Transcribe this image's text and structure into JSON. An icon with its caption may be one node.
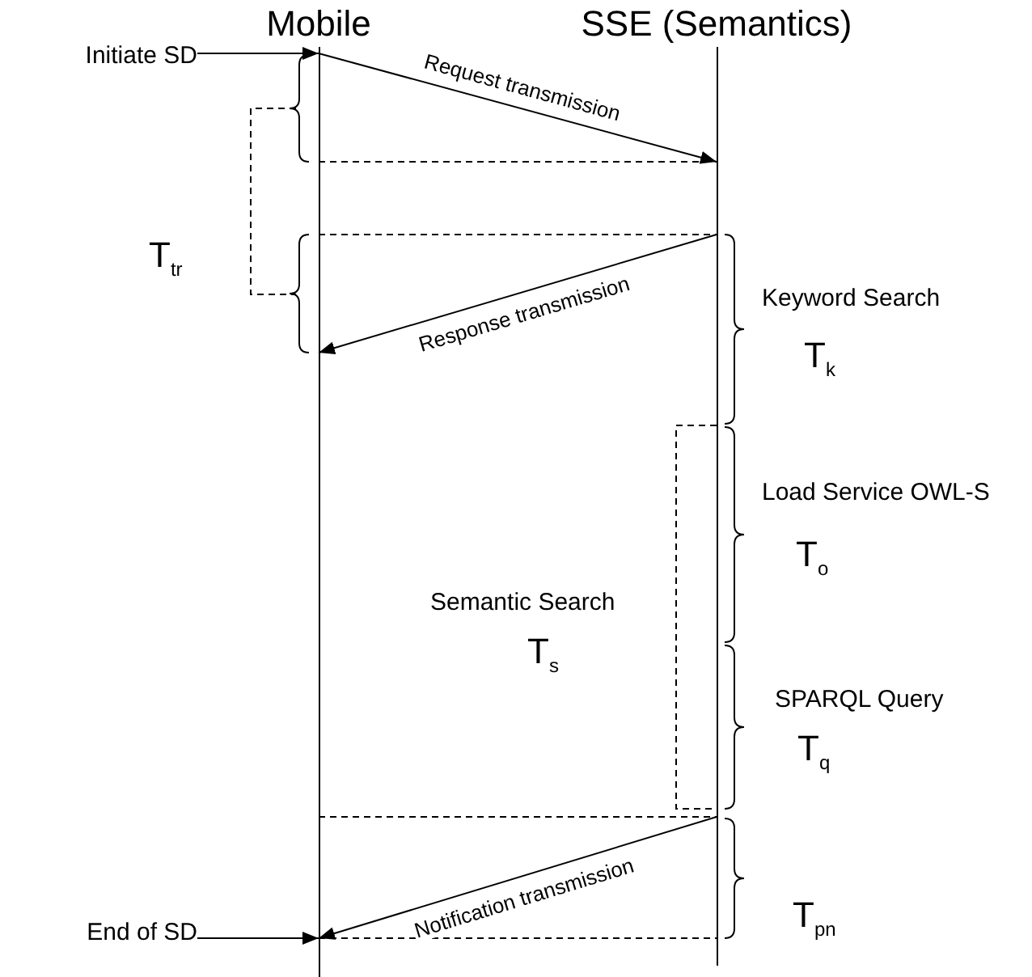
{
  "diagram": {
    "nodes": [
      {
        "text": [
          "Mobile"
        ]
      },
      {
        "text": [
          "SSE (Semantics)"
        ]
      },
      {
        "text": [
          "Initiate SD"
        ]
      },
      {
        "text": [
          "End of SD"
        ]
      }
    ],
    "edges": [
      {
        "from": 2,
        "to": 0,
        "arrow": "to"
      },
      {
        "from": 0,
        "to": 1,
        "arrow": "to",
        "label": "Request transmission"
      },
      {
        "from": 1,
        "to": 0,
        "arrow": "to",
        "label": "Response transmission"
      },
      {
        "from": 1,
        "to": 0,
        "arrow": "to",
        "label": "Notification transmission"
      },
      {
        "from": 3,
        "to": 0,
        "arrow": "to"
      }
    ],
    "labels": [
      "T$_{tr}$",
      "Keyword Search",
      "T$_{k}$",
      "Load Service OWL-S",
      "T$_{o}$",
      "Semantic Search",
      "T$_{s}$",
      "SPARQL Query",
      "T$_{q}$",
      "T$_{pn}$"
    ]
  }
}
